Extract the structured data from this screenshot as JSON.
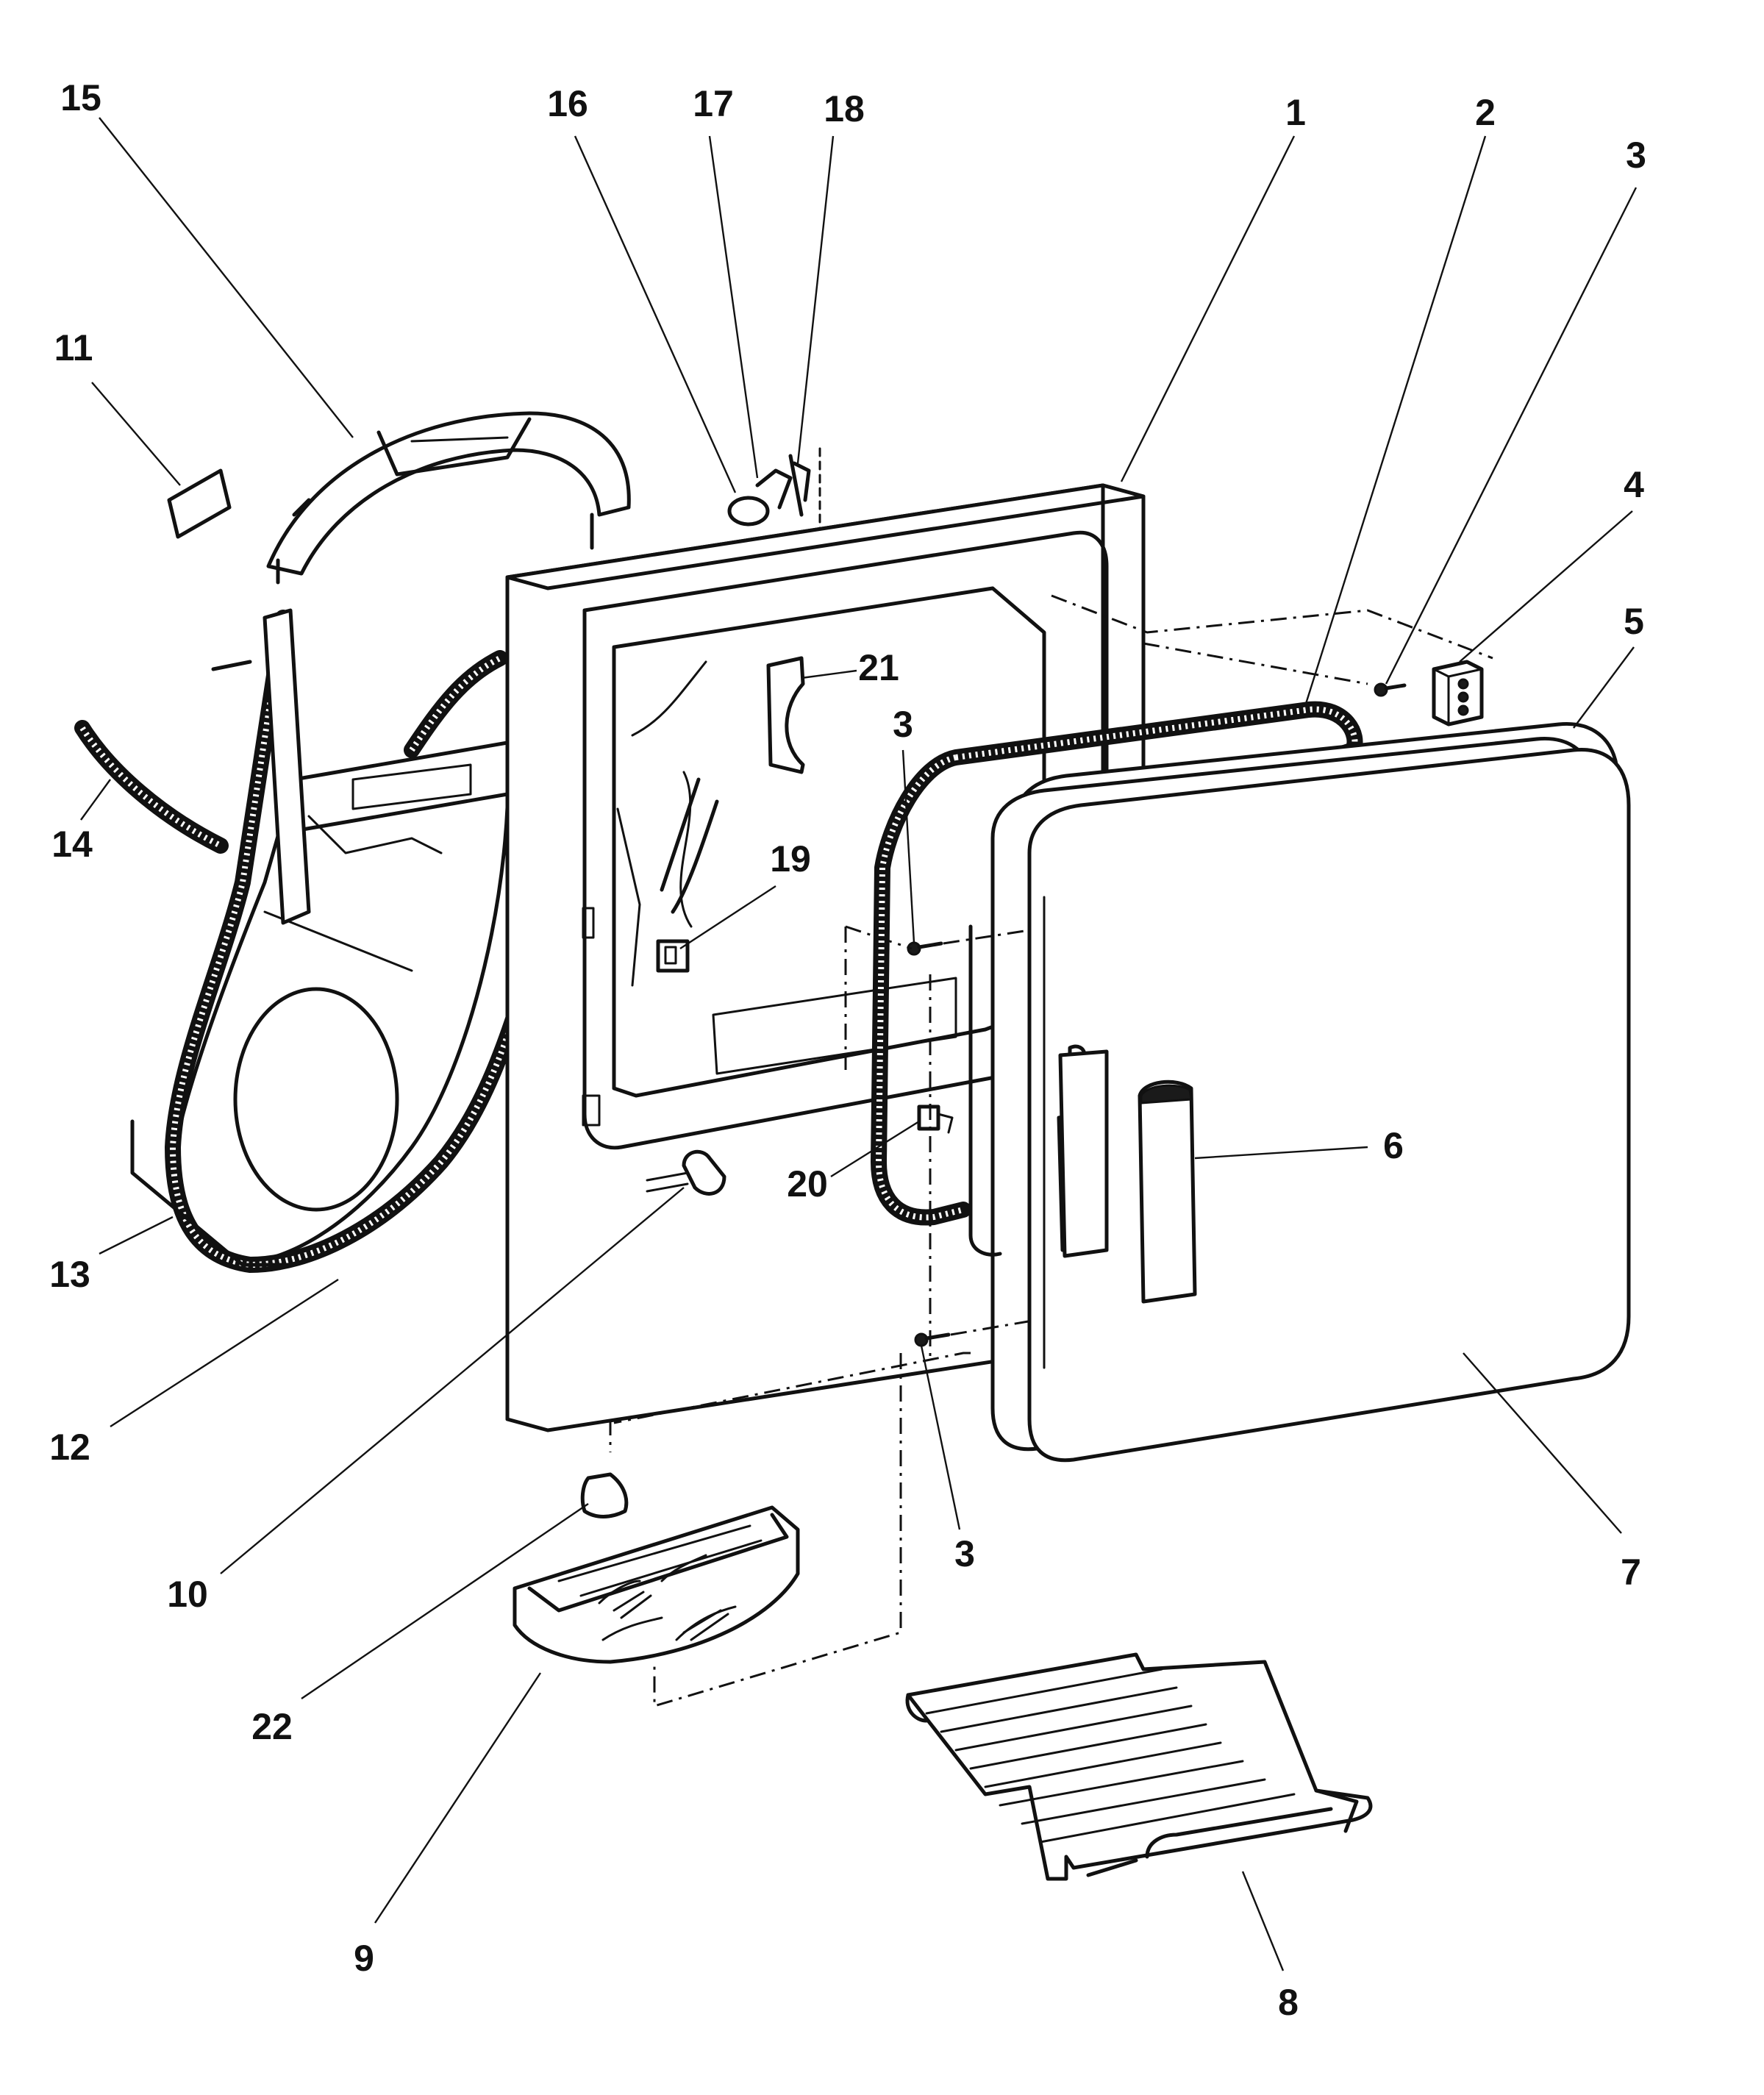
{
  "callouts": [
    {
      "id": "c15",
      "label": "15"
    },
    {
      "id": "c16",
      "label": "16"
    },
    {
      "id": "c17",
      "label": "17"
    },
    {
      "id": "c18",
      "label": "18"
    },
    {
      "id": "c1",
      "label": "1"
    },
    {
      "id": "c2",
      "label": "2"
    },
    {
      "id": "c3a",
      "label": "3"
    },
    {
      "id": "c11",
      "label": "11"
    },
    {
      "id": "c4",
      "label": "4"
    },
    {
      "id": "c5",
      "label": "5"
    },
    {
      "id": "c21",
      "label": "21"
    },
    {
      "id": "c3b",
      "label": "3"
    },
    {
      "id": "c19",
      "label": "19"
    },
    {
      "id": "c14",
      "label": "14"
    },
    {
      "id": "c6",
      "label": "6"
    },
    {
      "id": "c20",
      "label": "20"
    },
    {
      "id": "c13",
      "label": "13"
    },
    {
      "id": "c12",
      "label": "12"
    },
    {
      "id": "c10",
      "label": "10"
    },
    {
      "id": "c3c",
      "label": "3"
    },
    {
      "id": "c7",
      "label": "7"
    },
    {
      "id": "c22",
      "label": "22"
    },
    {
      "id": "c9",
      "label": "9"
    },
    {
      "id": "c8",
      "label": "8"
    }
  ]
}
